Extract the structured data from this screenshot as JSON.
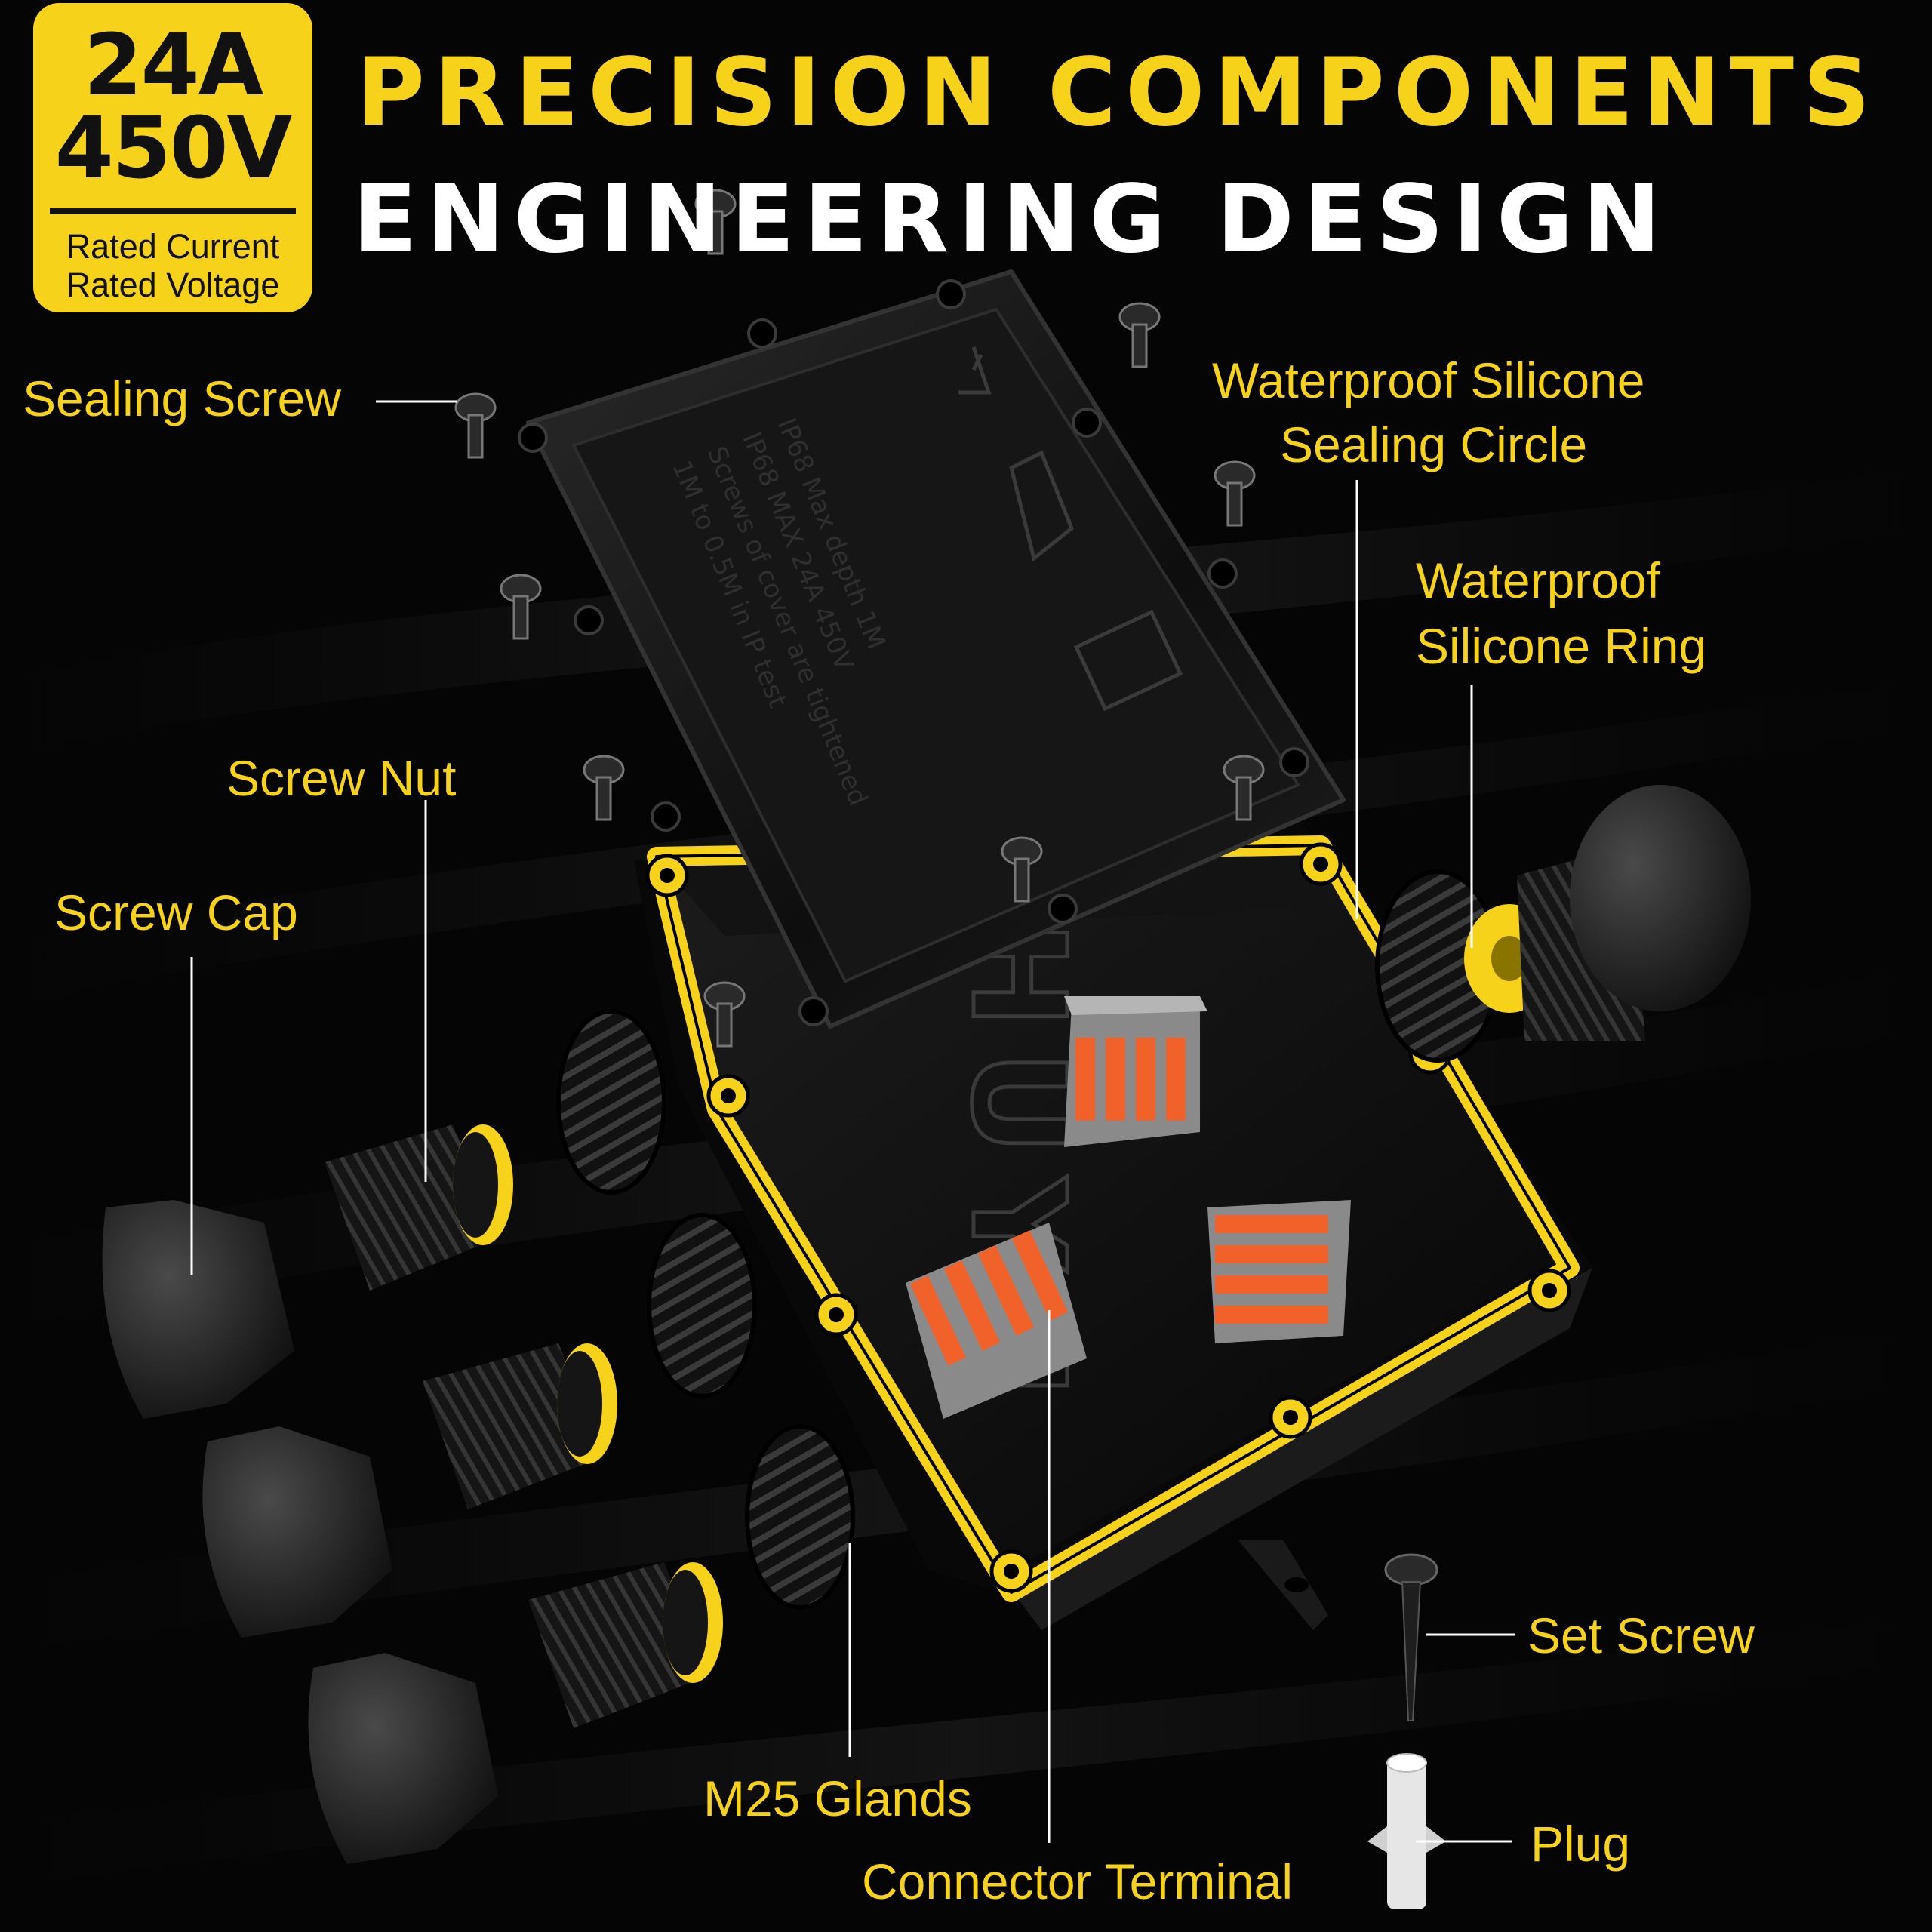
{
  "badge": {
    "current": "24A",
    "voltage": "450V",
    "label_current": "Rated Current",
    "label_voltage": "Rated Voltage"
  },
  "headline": {
    "line1": "PRECISION COMPONENTS",
    "line2": "ENGINEERING DESIGN"
  },
  "callouts": {
    "sealing_screw": "Sealing Screw",
    "silicone_circle_1": "Waterproof Silicone",
    "silicone_circle_2": "Sealing Circle",
    "silicone_ring_1": "Waterproof",
    "silicone_ring_2": "Silicone Ring",
    "screw_nut": "Screw Nut",
    "screw_cap": "Screw Cap",
    "set_screw": "Set Screw",
    "m25_glands": "M25 Glands",
    "plug": "Plug",
    "connector_terminal": "Connector Terminal"
  },
  "colors": {
    "accent": "#f6d21a",
    "background": "#050505",
    "terminal_orange": "#f0622a"
  }
}
